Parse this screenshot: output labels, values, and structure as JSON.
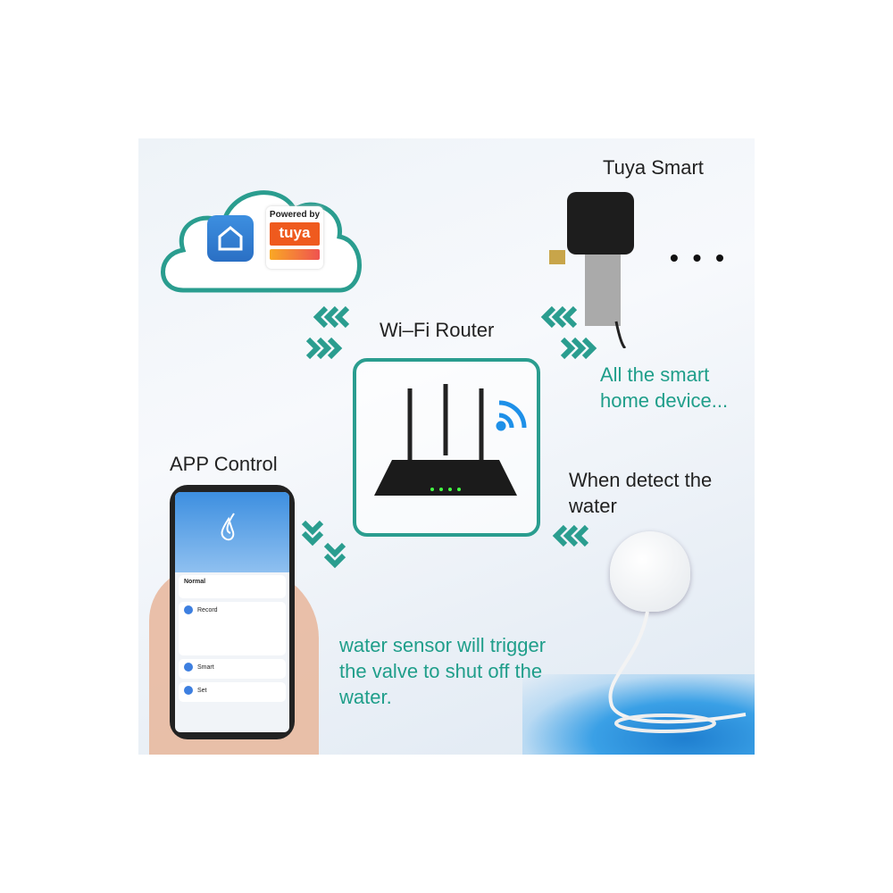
{
  "labels": {
    "tuya_smart": "Tuya Smart",
    "wifi_router": "Wi–Fi Router",
    "app_control": "APP Control",
    "all_devices_1": "All the smart",
    "all_devices_2": "home device...",
    "detect_1": "When detect the",
    "detect_2": "water",
    "trigger_1": "water sensor will trigger",
    "trigger_2": "the valve to shut off the",
    "trigger_3": "water.",
    "ellipsis": "• • •"
  },
  "cloud": {
    "powered_by": "Powered by",
    "brand": "tuya"
  },
  "phone": {
    "status": "Normal",
    "records_title": "Record",
    "smart": "Smart",
    "set": "Set"
  },
  "colors": {
    "teal": "#2a9d8f",
    "tuya_orange": "#ef5a1e",
    "app_blue": "#3d8fe0"
  }
}
